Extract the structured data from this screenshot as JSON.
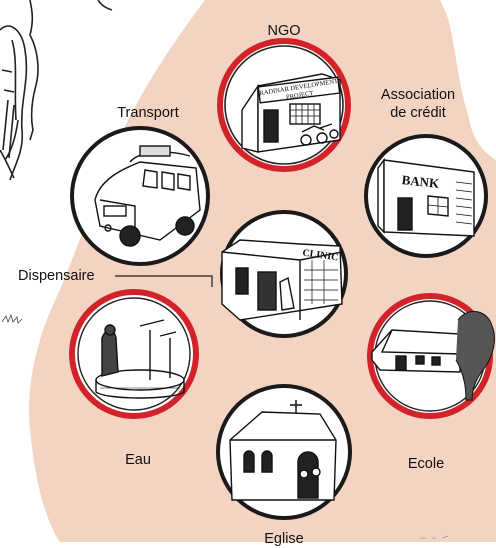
{
  "diagram": {
    "colors": {
      "blob": "#f3d3c1",
      "ring_red": "#d2232a",
      "ring_black": "#1a1a1a",
      "ink": "#111111"
    },
    "nodes": {
      "ngo": {
        "label": "NGO",
        "sign_line1": "RADINAR DEVELOPMENT",
        "sign_line2": "PROJECT",
        "ring": "red"
      },
      "credit": {
        "label_line1": "Association",
        "label_line2": "de crédit",
        "sign": "BANK",
        "ring": "black"
      },
      "transport": {
        "label": "Transport",
        "ring": "black"
      },
      "dispensary": {
        "label": "Dispensaire",
        "sign": "CLINIC",
        "ring": "black"
      },
      "water": {
        "label": "Eau",
        "ring": "red"
      },
      "school": {
        "label": "Ecole",
        "ring": "red"
      },
      "church": {
        "label": "Eglise",
        "ring": "black"
      }
    }
  }
}
